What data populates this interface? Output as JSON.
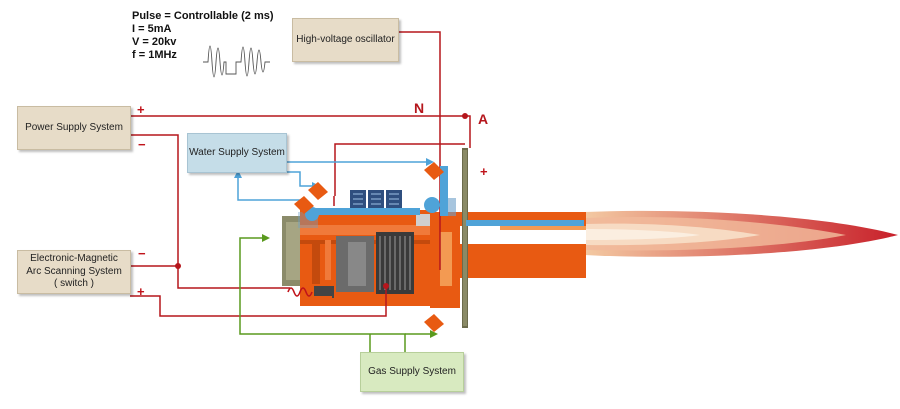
{
  "specs": {
    "pulse": "Pulse = Controllable (2 ms)",
    "current": "I = 5mA",
    "voltage": "V = 20kv",
    "frequency": "f = 1MHz"
  },
  "boxes": {
    "oscillator": "High-voltage oscillator",
    "power": "Power Supply System",
    "water": "Water Supply System",
    "arc": "Electronic-Magnetic\nArc Scanning System\n( switch )",
    "gas": "Gas Supply System"
  },
  "markers": {
    "node_n": "N",
    "node_a": "A",
    "power_plus": "+",
    "power_minus": "−",
    "arc_minus": "−",
    "arc_plus": "+",
    "anode_plus": "+"
  },
  "colors": {
    "wire_red": "#b5161c",
    "water_blue": "#4fa3d8",
    "gas_green": "#5a9a1e",
    "torch_orange": "#e85a12",
    "box_tan": "#e7dcc8",
    "box_water": "#c5dde8",
    "box_gas": "#d8eac0"
  }
}
